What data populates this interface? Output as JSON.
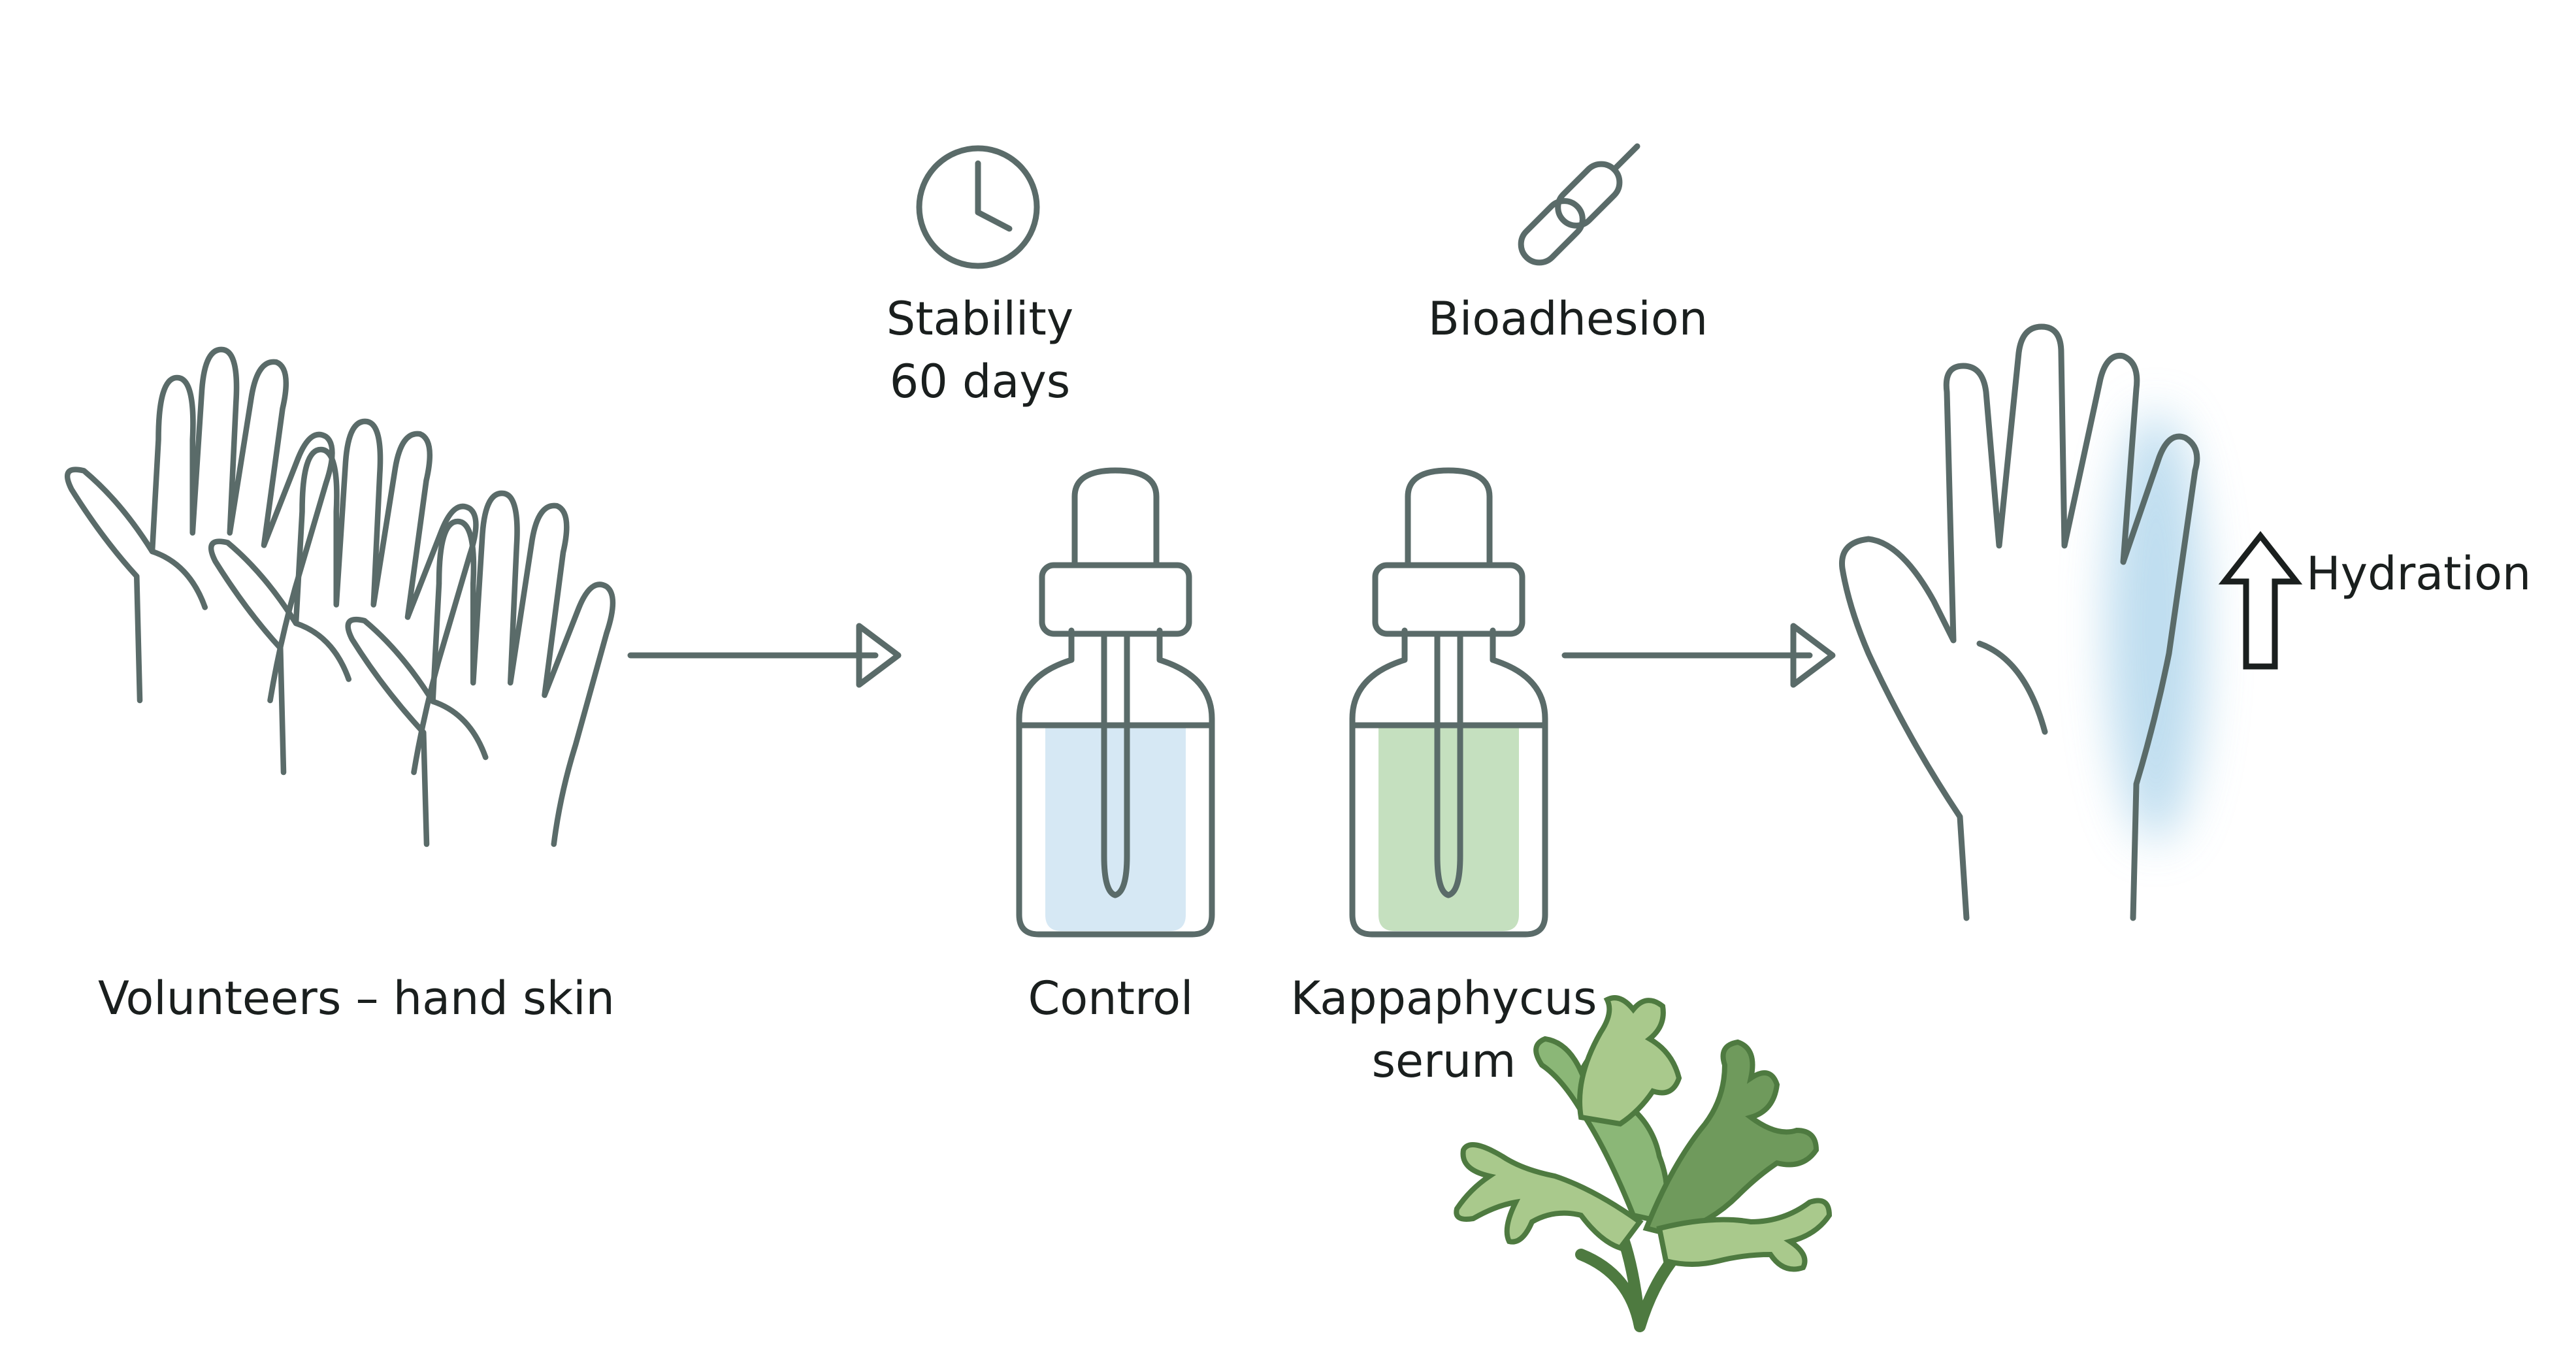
{
  "colors": {
    "outline": "#5a6b69",
    "control_liquid": "#d6e8f4",
    "serum_liquid": "#c5e0bf",
    "cap_fill": "#dcecf5",
    "seaweed_dark": "#6f9a5c",
    "seaweed_light": "#a9c98c",
    "hydration_glow": "#a9d2ea"
  },
  "icons": {
    "clock": "clock-icon",
    "chain": "link-icon",
    "hydration_arrow": "arrow-up-icon"
  },
  "labels": {
    "volunteers": "Volunteers – hand skin",
    "stability_line1": "Stability",
    "stability_line2": "60 days",
    "bioadhesion": "Bioadhesion",
    "control": "Control",
    "serum_line1": "Kappaphycus",
    "serum_line2": "serum",
    "hydration": "Hydration"
  }
}
